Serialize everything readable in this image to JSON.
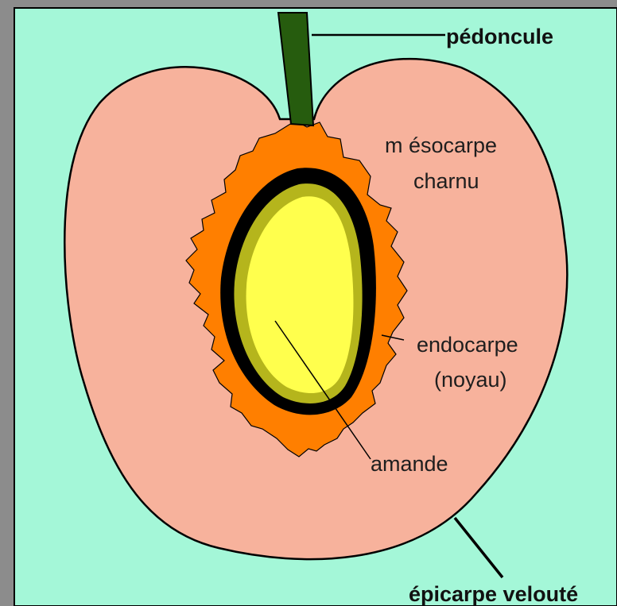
{
  "labels": {
    "peduncle": "pédoncule",
    "mesocarp_line1": "m ésocarpe",
    "mesocarp_line2": "charnu",
    "endocarp_line1": "endocarpe",
    "endocarp_line2": "(noyau)",
    "almond": "amande",
    "epicarp": "épicarpe velouté"
  },
  "colors": {
    "background": "#a4f7d8",
    "flesh": "#f7b29c",
    "pit_rough": "#ff7f00",
    "shell": "#000000",
    "seed_coat": "#b5b51c",
    "almond": "#ffff4d",
    "stem": "#265c0e",
    "frame_border": "#8c8c8c"
  }
}
